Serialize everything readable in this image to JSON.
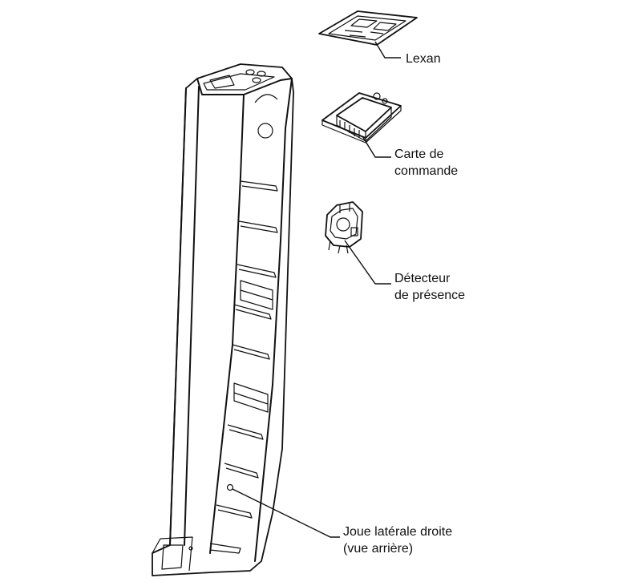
{
  "labels": {
    "lexan": "Lexan",
    "carte_line1": "Carte de",
    "carte_line2": "commande",
    "detecteur_line1": "Détecteur",
    "detecteur_line2": "de présence",
    "joue_line1": "Joue latérale droite",
    "joue_line2": "(vue arrière)"
  }
}
